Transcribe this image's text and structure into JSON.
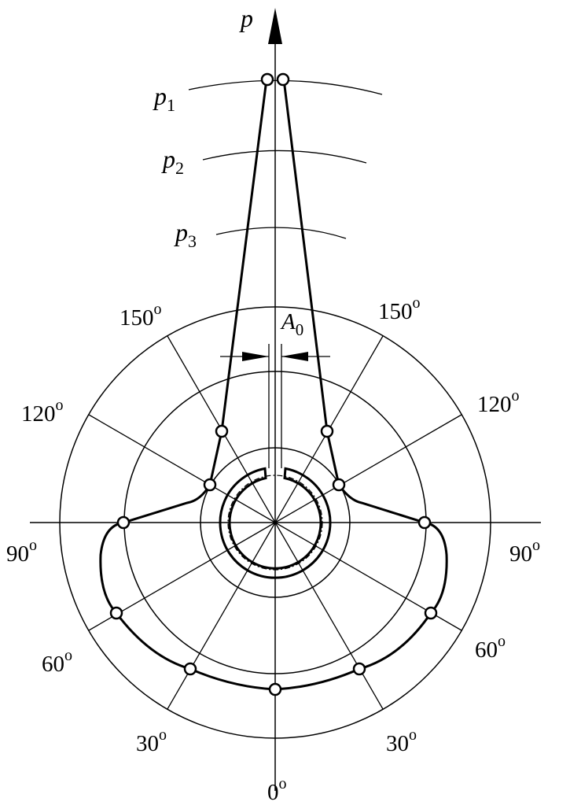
{
  "diagram": {
    "axis_label": "p",
    "pressure_levels": [
      {
        "main": "p",
        "sub": "1"
      },
      {
        "main": "p",
        "sub": "2"
      },
      {
        "main": "p",
        "sub": "3"
      }
    ],
    "gap_label": {
      "main": "A",
      "sub": "0"
    },
    "angle_labels": {
      "left_150": "150",
      "right_150": "150",
      "left_120": "120",
      "right_120": "120",
      "left_90": "90",
      "right_90": "90",
      "left_60": "60",
      "right_60": "60",
      "left_30": "30",
      "right_30": "30",
      "bottom_0": "0"
    },
    "degree_mark": "o",
    "colors": {
      "ink": "#000000",
      "background": "#ffffff"
    }
  }
}
